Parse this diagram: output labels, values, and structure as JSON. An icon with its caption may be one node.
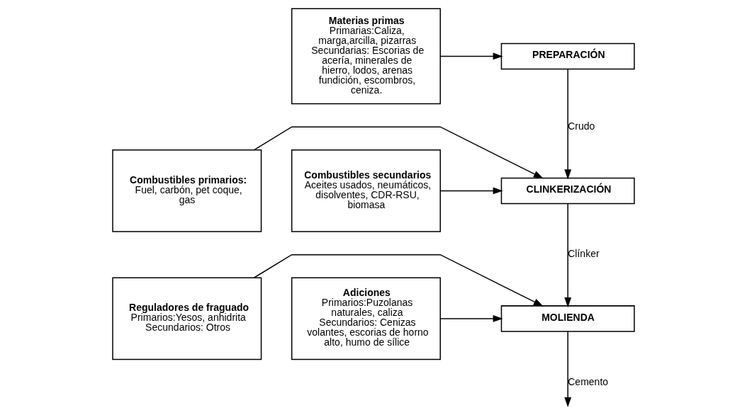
{
  "diagram": {
    "nodes": [
      {
        "text": [
          "PREPARACIÓN"
        ]
      },
      {
        "text": [
          "Materias primas",
          "Primarias:Caliza, marga,arcilla, pizarras",
          "Secundarias: Escorias de acería, minerales de hierro, lodos, arenas fundición, escombros, ceniza."
        ]
      },
      {
        "text": [
          "CLINKERIZACIÓN"
        ]
      },
      {
        "text": [
          "Combustibles primarios:",
          "Fuel, carbón, pet coque, gas"
        ]
      },
      {
        "text": [
          "Combustibles secundarios",
          "Aceites usados, neumáticos, disolventes, CDR-RSU, biomasa"
        ]
      },
      {
        "text": [
          "MOLIENDA"
        ]
      },
      {
        "text": [
          "Reguladores de fraguado",
          "Primarios:Yesos, anhidrita",
          "Secundarios: Otros"
        ]
      },
      {
        "text": [
          "Adiciones",
          "Primarios:Puzolanas naturales, caliza",
          "Secundarios: Cenizas volantes, escorias de horno alto, humo de sílice"
        ]
      }
    ],
    "edges": [
      {
        "from": 1,
        "to": 0,
        "arrow": "to"
      },
      {
        "from": 0,
        "to": 2,
        "arrow": "to",
        "label": "Crudo"
      },
      {
        "from": 3,
        "to": 2,
        "arrow": "to"
      },
      {
        "from": 4,
        "to": 2,
        "arrow": "to"
      },
      {
        "from": 2,
        "to": 5,
        "arrow": "to",
        "label": "Clínker"
      },
      {
        "from": 6,
        "to": 5,
        "arrow": "to"
      },
      {
        "from": 7,
        "to": 5,
        "arrow": "to"
      },
      {
        "from": 5,
        "to": null,
        "arrow": "to",
        "label": "Cemento"
      }
    ]
  }
}
